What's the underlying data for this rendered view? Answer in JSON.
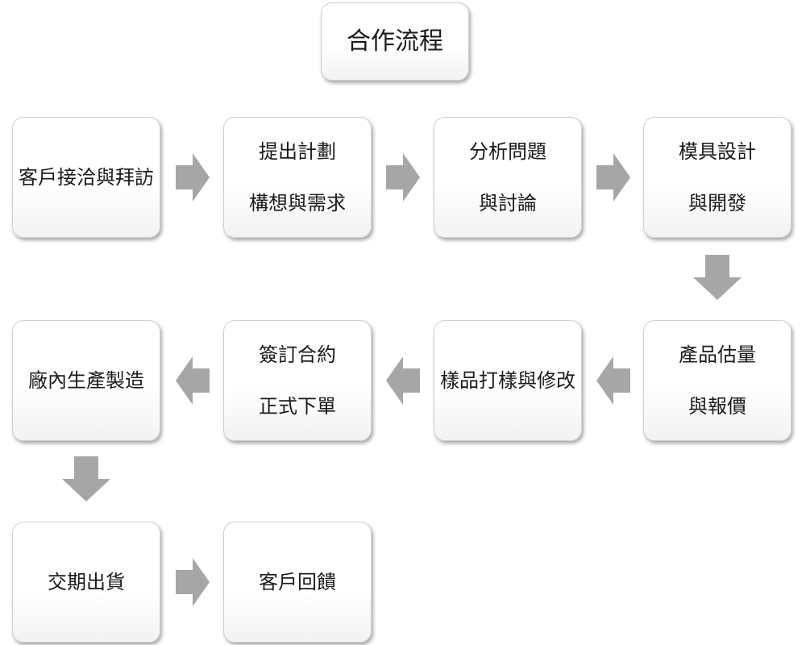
{
  "title": "合作流程",
  "steps": [
    {
      "lines": [
        "客戶接洽與拜訪"
      ]
    },
    {
      "lines": [
        "提出計劃",
        "構想與需求"
      ]
    },
    {
      "lines": [
        "分析問題",
        "與討論"
      ]
    },
    {
      "lines": [
        "模具設計",
        "與開發"
      ]
    },
    {
      "lines": [
        "產品估量",
        "與報價"
      ]
    },
    {
      "lines": [
        "樣品打樣與修改"
      ]
    },
    {
      "lines": [
        "簽訂合約",
        "正式下單"
      ]
    },
    {
      "lines": [
        "廠內生產製造"
      ]
    },
    {
      "lines": [
        "交期出貨"
      ]
    },
    {
      "lines": [
        "客戶回饋"
      ]
    }
  ],
  "colors": {
    "arrow": "#a6a6a6",
    "box_border": "#d0d0d0",
    "text": "#1a1a1a"
  }
}
